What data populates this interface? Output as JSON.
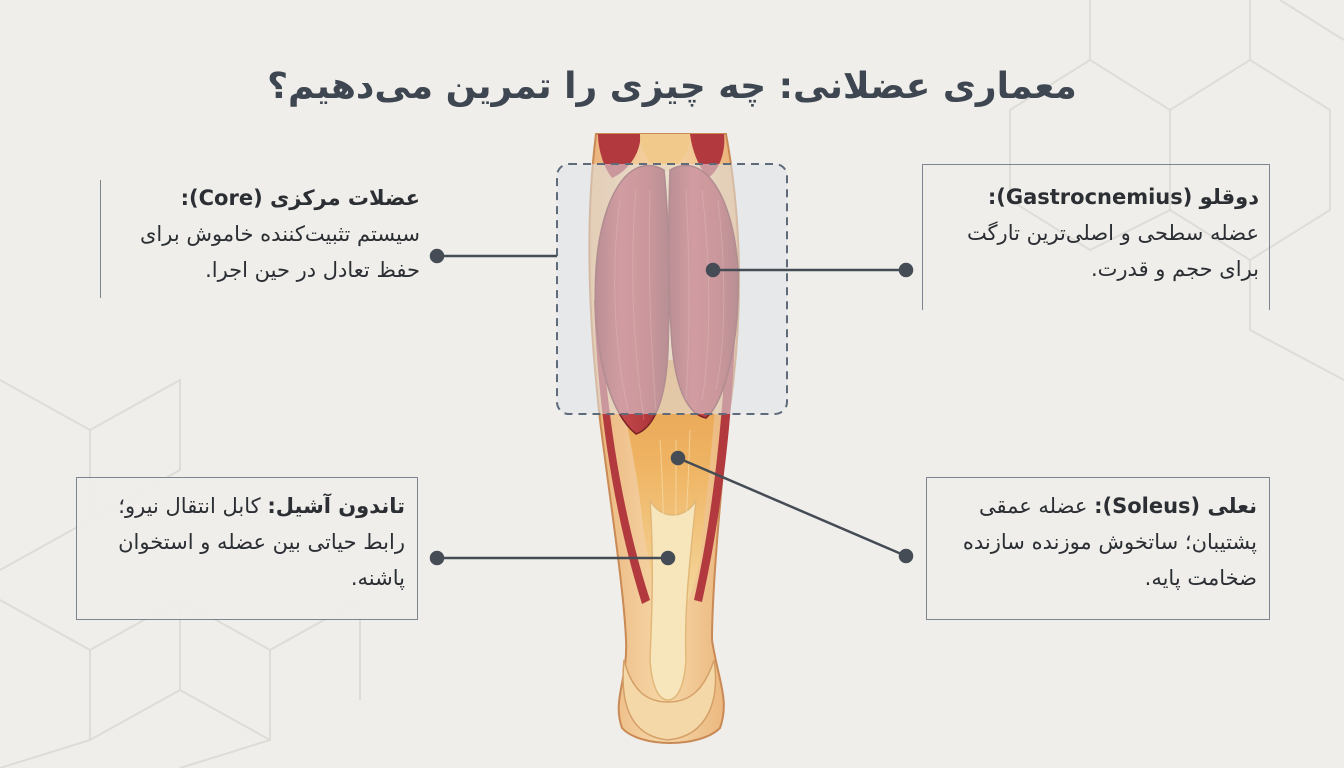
{
  "title": "معماری عضلانی: چه چیزی را تمرین می‌دهیم؟",
  "callouts": {
    "core": {
      "lead": "عضلات مرکزی (Core):",
      "body": "سیستم تثبیت‌کننده خاموش برای حفظ تعادل در حین اجرا."
    },
    "gastrocnemius": {
      "lead": "دوقلو (Gastrocnemius):",
      "body": "عضله سطحی و اصلی‌ترین تارگت برای حجم و قدرت."
    },
    "achilles": {
      "lead": "تاندون آشیل:",
      "body": "کابل انتقال نیرو؛ رابط حیاتی بین عضله و استخوان پاشنه."
    },
    "soleus": {
      "lead": "نعلی (Soleus):",
      "body": "عضله عمقی پشتیبان؛ ساتخوش موزنده سازنده ضخامت پایه."
    }
  },
  "colors": {
    "muscle": "#b23a3e",
    "muscle_dark": "#8e2a2f",
    "tendon": "#e8a75a",
    "tendon_light": "#f4d79a",
    "skin": "#f3cf9e",
    "leader": "#454c55",
    "highlight_box": "#dfe3ea"
  }
}
